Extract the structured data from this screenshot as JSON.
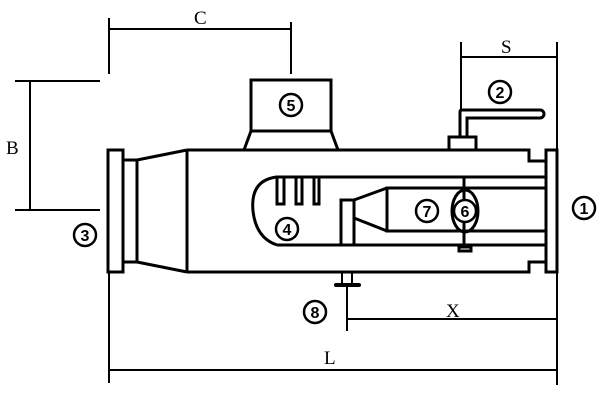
{
  "dimensions": {
    "C": "C",
    "B": "B",
    "S": "S",
    "X": "X",
    "L": "L"
  },
  "parts": {
    "p1": "1",
    "p2": "2",
    "p3": "3",
    "p4": "4",
    "p5": "5",
    "p6": "6",
    "p7": "7",
    "p8": "8"
  }
}
